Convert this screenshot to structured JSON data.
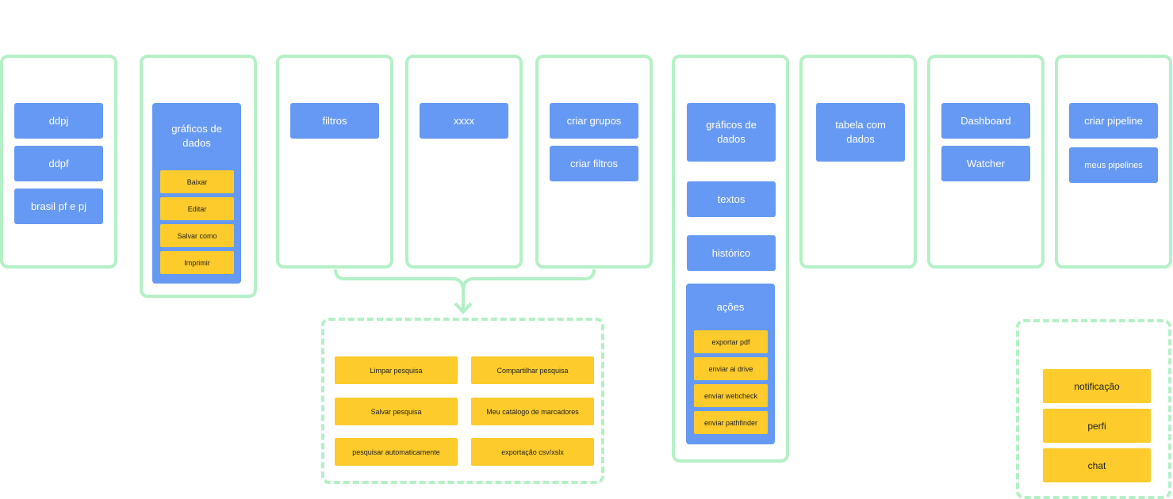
{
  "colors": {
    "frame": "#b4f0c6",
    "blue": "#6699f3",
    "yellow": "#fdcb2b"
  },
  "col1": {
    "items": [
      "ddpj",
      "ddpf",
      "brasil pf e pj"
    ]
  },
  "col2": {
    "title": "gráficos de dados",
    "actions": [
      "Baixar",
      "Editar",
      "Salvar como",
      "Imprimir"
    ]
  },
  "col3": {
    "button": "filtros"
  },
  "col4": {
    "button": "xxxx"
  },
  "col5": {
    "buttons": [
      "criar grupos",
      "criar filtros"
    ]
  },
  "col6": {
    "graficos": "gráficos de dados",
    "textos": "textos",
    "historico": "histórico",
    "acoes": {
      "title": "ações",
      "items": [
        "exportar pdf",
        "enviar ai drive",
        "enviar webcheck",
        "enviar pathfinder"
      ]
    }
  },
  "col7": {
    "button": "tabela com dados"
  },
  "col8": {
    "buttons": [
      "Dashboard",
      "Watcher"
    ]
  },
  "col9": {
    "buttons": [
      "criar pipeline",
      "meus pipelines"
    ]
  },
  "search_actions": [
    "Limpar pesquisa",
    "Compartilhar pesquisa",
    "Salvar pesquisa",
    "Meu catálogo de marcadores",
    "pesquisar automaticamente",
    "exportação  csv/xslx"
  ],
  "user_menu": [
    "notificação",
    "perfi",
    "chat"
  ]
}
